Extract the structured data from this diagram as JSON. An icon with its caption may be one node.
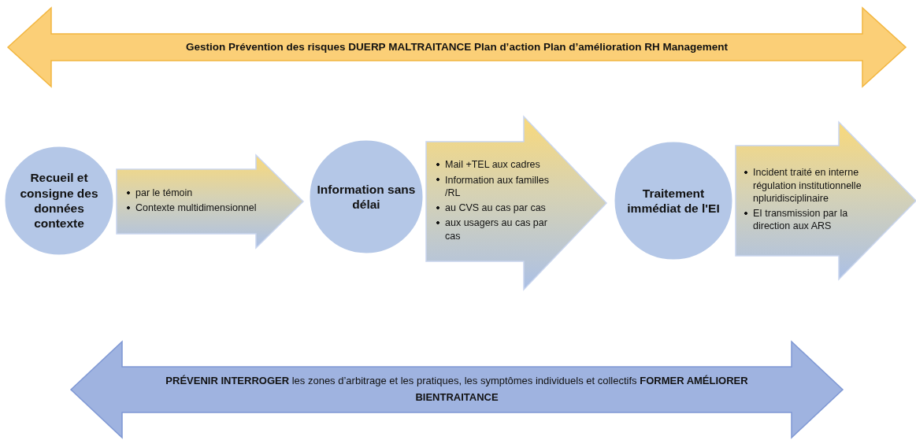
{
  "diagram": {
    "nodes": [
      {
        "text": [
          "Gestion Prévention des risques DUERP MALTRAITANCE Plan d’action Plan d’amélioration RH Management"
        ]
      },
      {
        "text": [
          "Recueil et consigne des données contexte"
        ]
      },
      {
        "text": [
          "par le témoin",
          "Contexte multidimensionnel"
        ]
      },
      {
        "text": [
          "Information sans délai"
        ]
      },
      {
        "text": [
          "Mail +TEL aux cadres",
          "Information aux familles /RL",
          "au CVS au cas par cas",
          "aux usagers au cas par cas"
        ]
      },
      {
        "text": [
          "Traitement immédiat de l'EI"
        ]
      },
      {
        "text": [
          "Incident traité en interne régulation institutionnelle npluridisciplinaire",
          "EI transmission par la direction aux ARS"
        ]
      },
      {
        "text": [
          "**PRÉVENIR INTERROGER** les zones d’arbitrage et les pratiques, les symptômes individuels et collectifs **FORMER AMÉLIORER BIENTRAITANCE**"
        ]
      }
    ]
  }
}
